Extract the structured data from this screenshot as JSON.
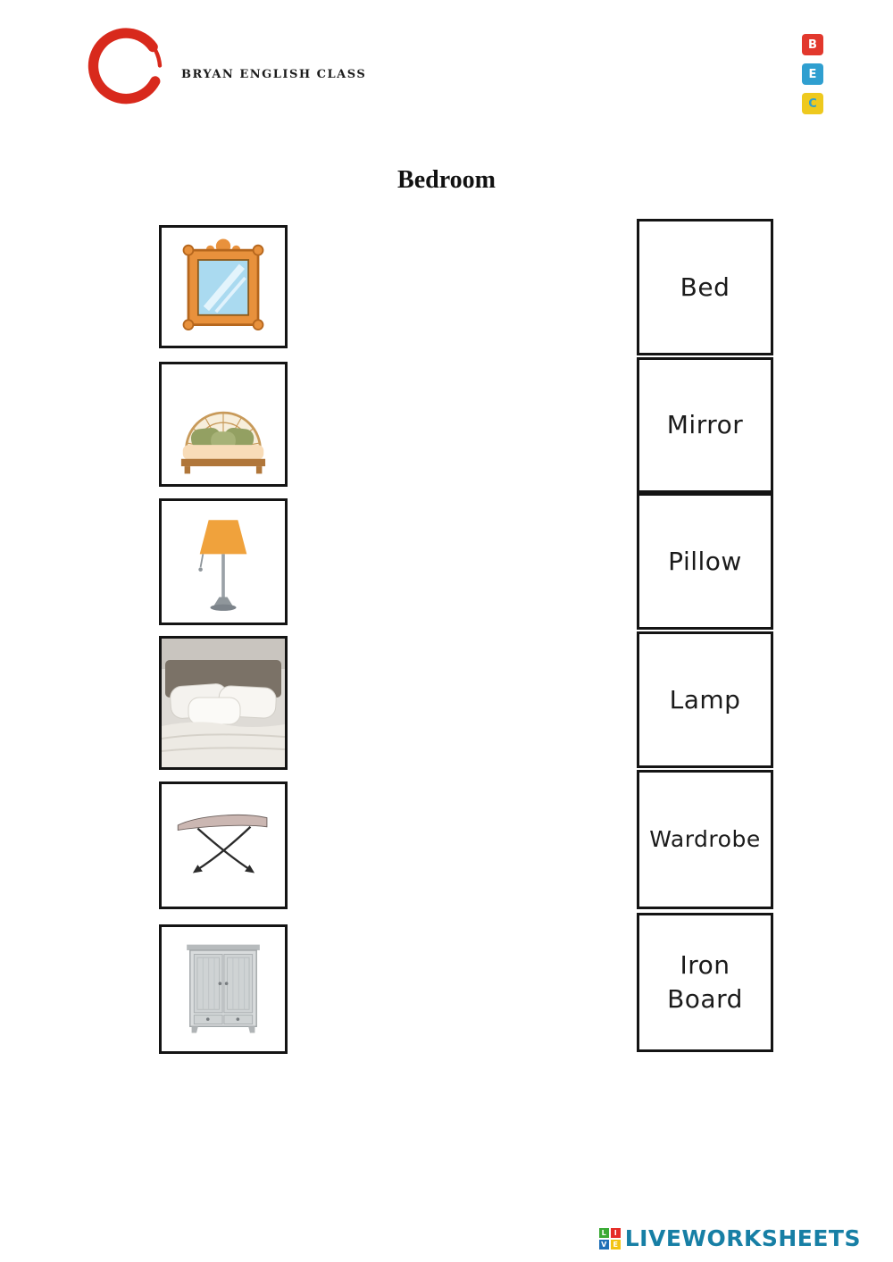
{
  "header": {
    "logo_text": "BRYAN ENGLISH CLASS",
    "badges": [
      {
        "letter": "B",
        "color": "#e2382d"
      },
      {
        "letter": "E",
        "color": "#2f9fd0"
      },
      {
        "letter": "C",
        "color": "#eec91e"
      }
    ]
  },
  "title": "Bedroom",
  "match": {
    "images": [
      {
        "name": "mirror"
      },
      {
        "name": "bed"
      },
      {
        "name": "lamp"
      },
      {
        "name": "pillows"
      },
      {
        "name": "iron-board"
      },
      {
        "name": "wardrobe"
      }
    ],
    "words": [
      "Bed",
      "Mirror",
      "Pillow",
      "Lamp",
      "Wardrobe",
      "Iron\nBoard"
    ]
  },
  "footer": {
    "brand": "LIVEWORKSHEETS",
    "icon_letters": [
      "L",
      "I",
      "V",
      "E"
    ]
  },
  "colors": {
    "logo_red": "#d8291c",
    "brand_blue": "#177fa5",
    "box_border": "#141414"
  }
}
